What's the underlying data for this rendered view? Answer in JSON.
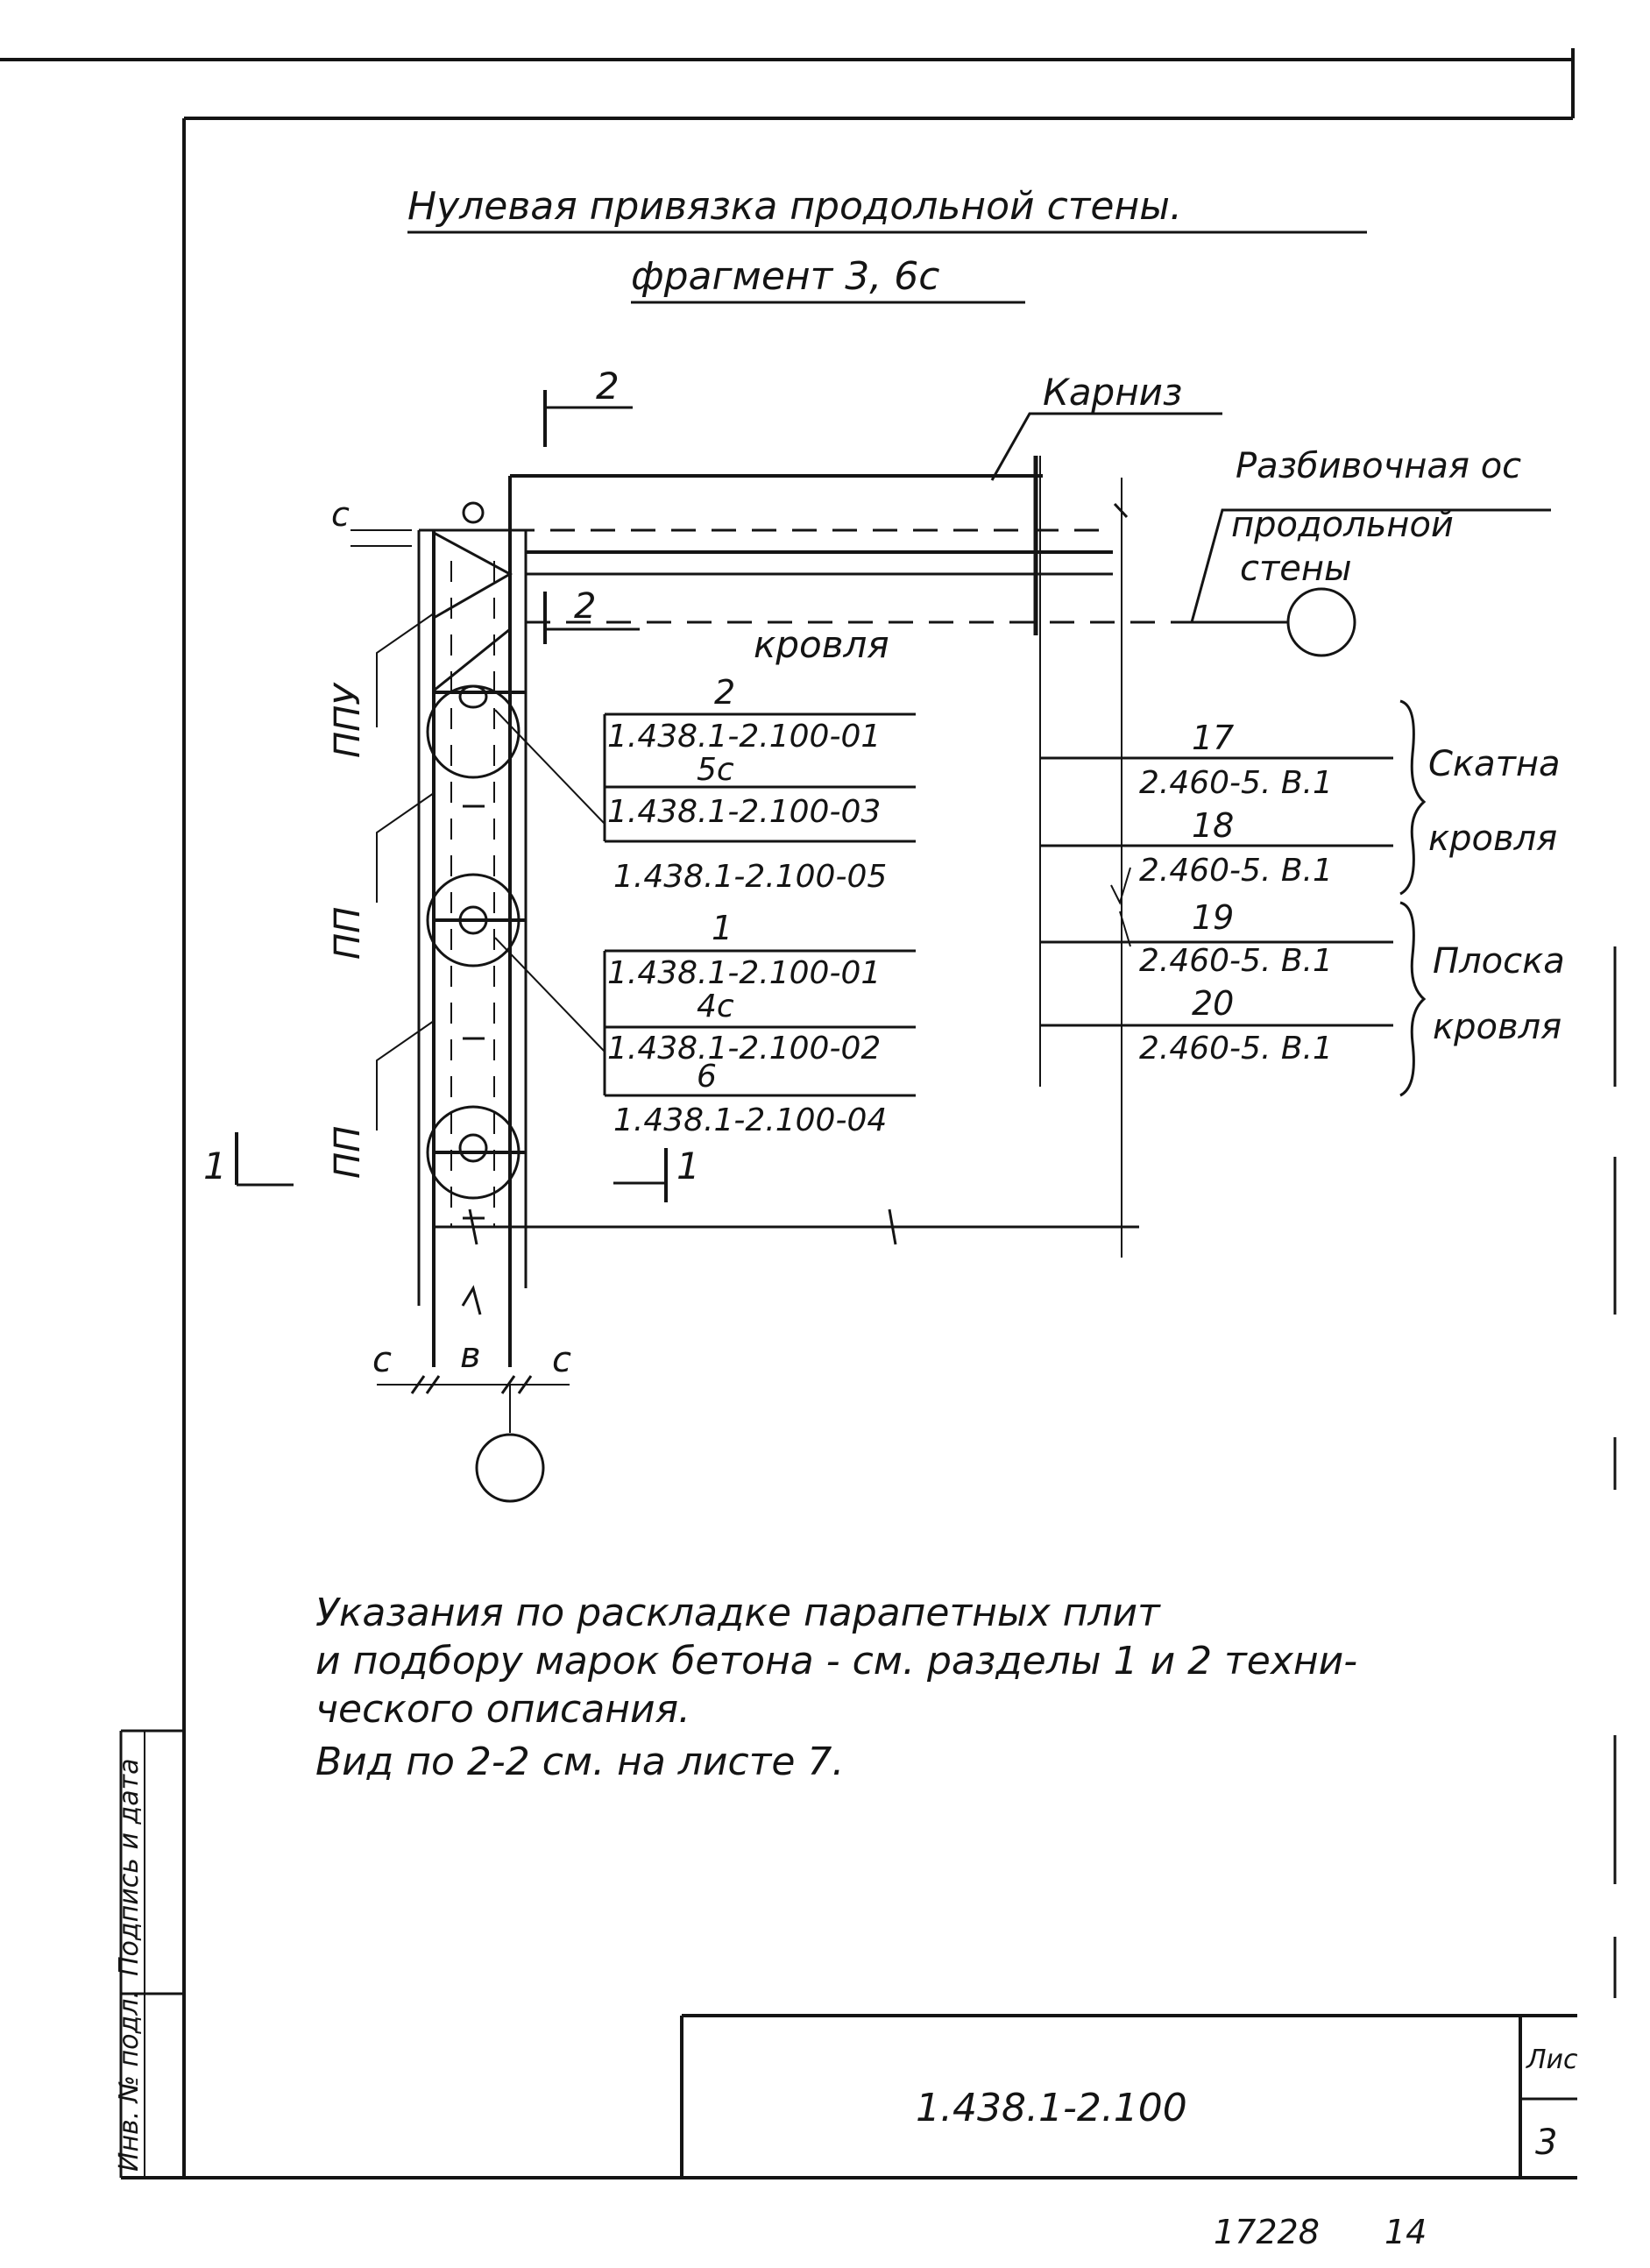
{
  "title": {
    "line1": "Нулевая привязка продольной стены.",
    "line2": "фрагмент 3, 6с"
  },
  "section_marks": {
    "top_mark": "2",
    "mid_mark": "2",
    "left_mark": "1",
    "bottom_mark": "1"
  },
  "labels": {
    "cornice": "Карниз",
    "roof": "кровля",
    "axis_line1": "Разбивочная ос",
    "axis_line2": "продольной",
    "axis_line3": "стены",
    "ppu": "ППУ",
    "pp1": "ПП",
    "pp2": "ПП"
  },
  "left_callouts": [
    {
      "top": "2",
      "line1": "1.438.1-2.100-01",
      "mid": "5с",
      "line2": "1.438.1-2.100-03",
      "below": "1.438.1-2.100-05"
    },
    {
      "top": "1",
      "line1": "1.438.1-2.100-01",
      "mid": "4с",
      "line2": "1.438.1-2.100-02",
      "mid2": "6",
      "below": "1.438.1-2.100-04"
    }
  ],
  "right_callouts": [
    {
      "num": "17",
      "ref": "2.460-5. В.1"
    },
    {
      "num": "18",
      "ref": "2.460-5. В.1"
    },
    {
      "num": "19",
      "ref": "2.460-5. В.1"
    },
    {
      "num": "20",
      "ref": "2.460-5. В.1"
    }
  ],
  "roof_types": {
    "pitched_1": "Скатна",
    "pitched_2": "кровля",
    "flat_1": "Плоска",
    "flat_2": "кровля"
  },
  "dimensions": {
    "c_top": "с",
    "c_left": "с",
    "b": "в",
    "c_right": "с"
  },
  "notes": {
    "line1": "Указания по раскладке парапетных плит",
    "line2": "и подбору марок бетона - см. разделы 1 и 2 техни-",
    "line3": "ческого описания.",
    "line4": "Вид по 2-2 см. на листе 7."
  },
  "side_stamp": {
    "field1": "Подпись и дата",
    "field2": "Инв. № подл."
  },
  "title_block": {
    "designation": "1.438.1-2.100",
    "sheet_label": "Лис",
    "sheet_number": "3"
  },
  "footer": {
    "code": "17228",
    "page": "14"
  }
}
